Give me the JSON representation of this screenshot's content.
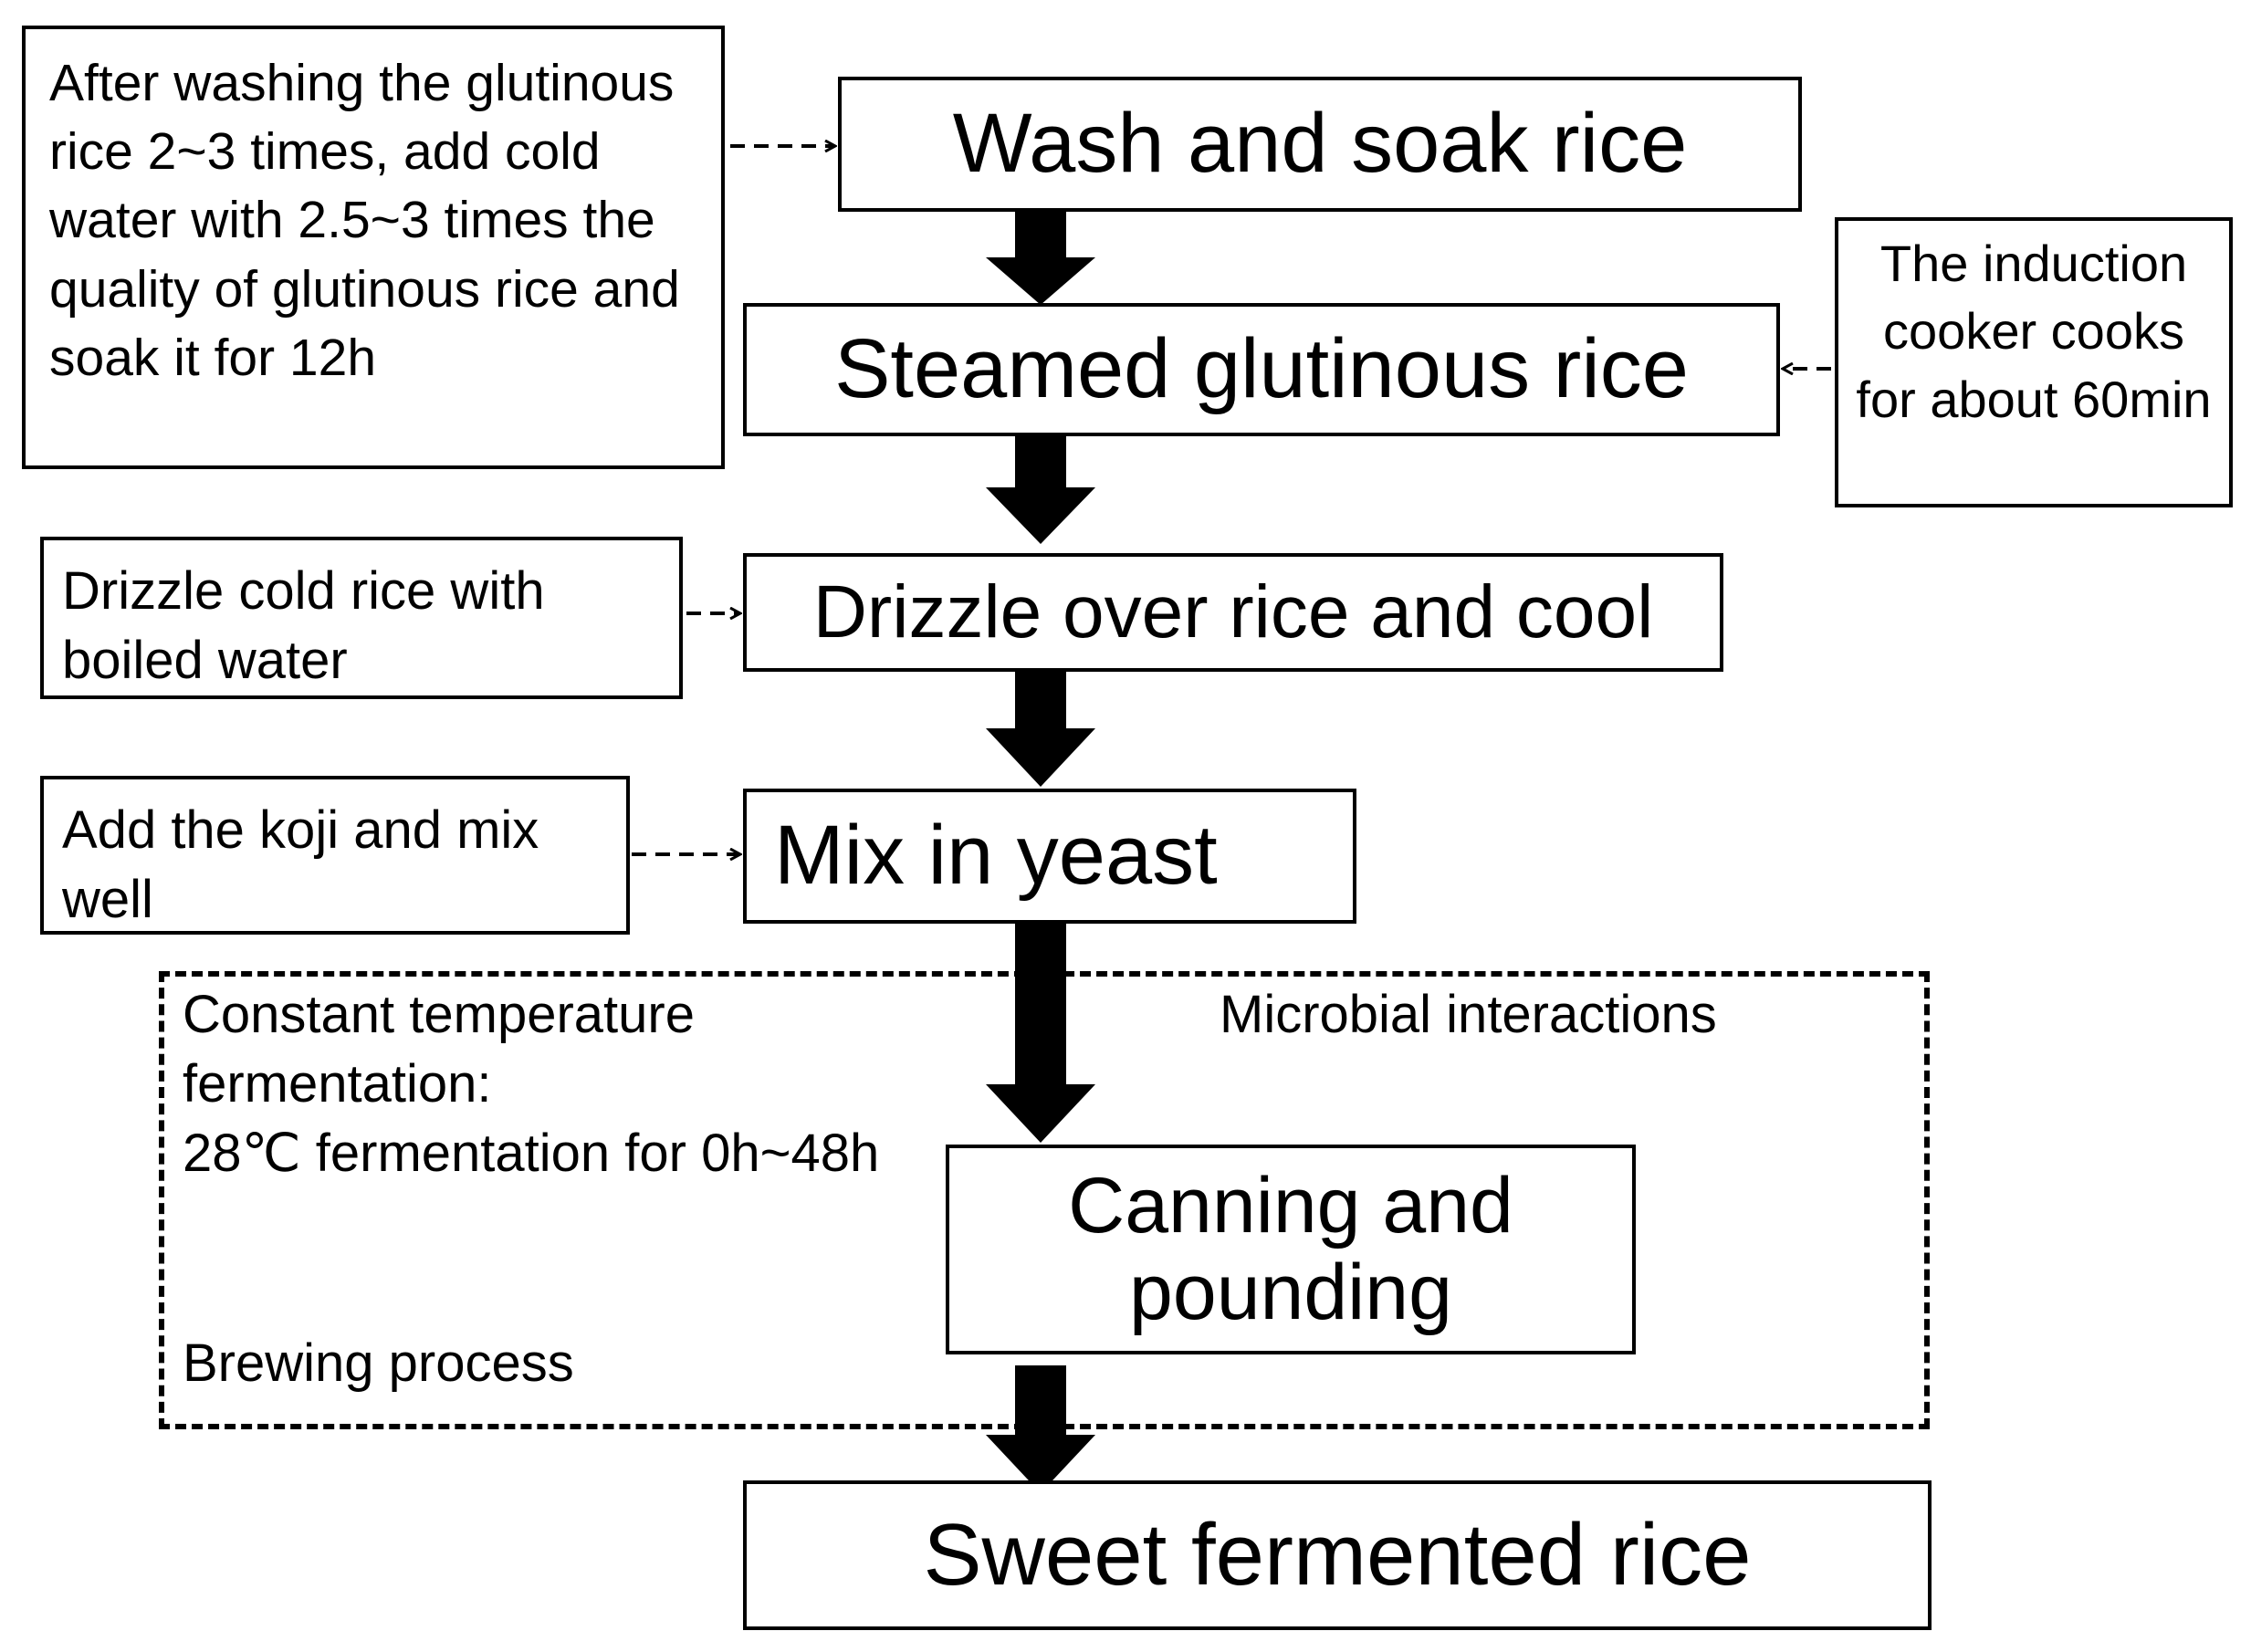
{
  "diagram": {
    "steps": [
      {
        "id": "wash",
        "label": "Wash and soak rice"
      },
      {
        "id": "steam",
        "label": "Steamed glutinous rice"
      },
      {
        "id": "drizzle",
        "label": "Drizzle over rice and cool"
      },
      {
        "id": "mix",
        "label": "Mix in yeast"
      },
      {
        "id": "canning",
        "label": "Canning and pounding"
      },
      {
        "id": "final",
        "label": "Sweet fermented rice"
      }
    ],
    "notes": {
      "wash": "After washing the glutinous rice 2~3 times, add cold water with 2.5~3 times the quality of glutinous rice and soak it for 12h",
      "steam": "The induction cooker cooks for about 60min",
      "drizzle": "Drizzle cold rice with boiled water",
      "mix": "Add the koji and mix well"
    },
    "fermentation": {
      "line1": "Constant temperature",
      "line2": "fermentation:",
      "line3": "28℃ fermentation for 0h~48h",
      "microbial": "Microbial interactions",
      "brewing": "Brewing process"
    }
  }
}
